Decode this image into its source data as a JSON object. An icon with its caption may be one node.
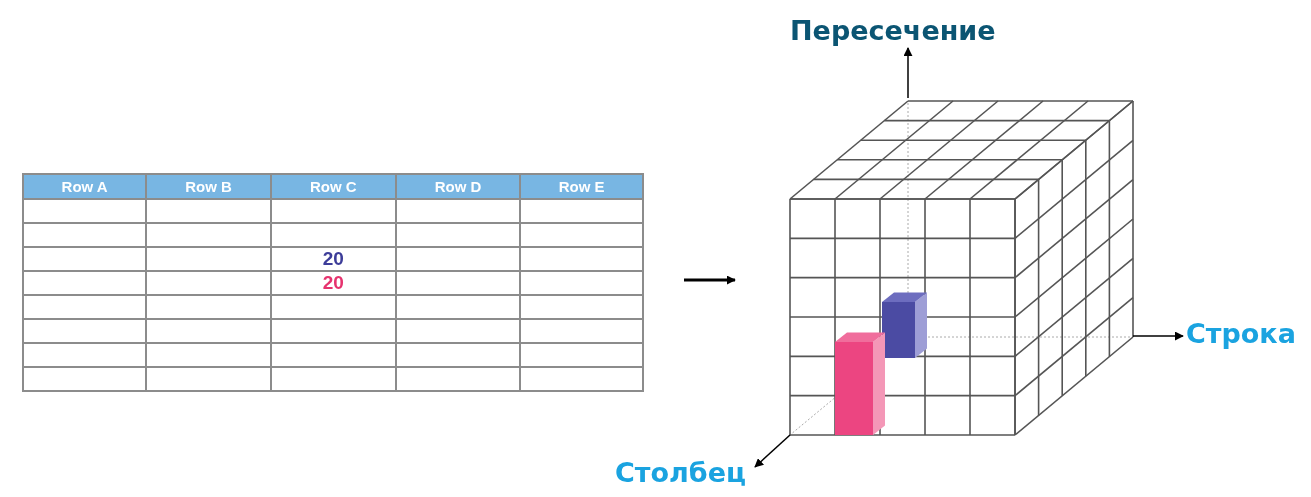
{
  "diagram": {
    "labels": [
      "Row A",
      "Row B",
      "Row C",
      "Row D",
      "Row E",
      "20",
      "20",
      "Пересечение",
      "Строка",
      "Столбец"
    ]
  }
}
